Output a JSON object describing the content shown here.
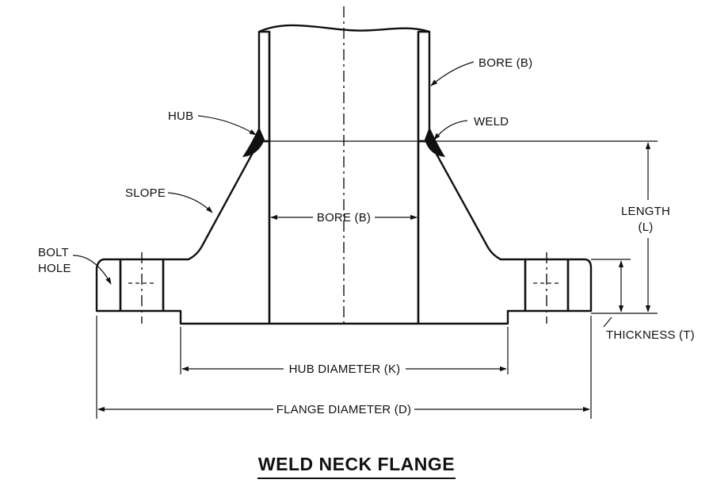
{
  "labels": {
    "bore_top": "BORE (B)",
    "hub": "HUB",
    "weld": "WELD",
    "slope": "SLOPE",
    "bore_center": "BORE (B)",
    "length_line1": "LENGTH",
    "length_line2": "(L)",
    "bolt_line1": "BOLT",
    "bolt_line2": "HOLE",
    "thickness": "THICKNESS (T)",
    "hub_diameter": "HUB DIAMETER (K)",
    "flange_diameter": "FLANGE DIAMETER (D)"
  },
  "title": "WELD NECK FLANGE"
}
